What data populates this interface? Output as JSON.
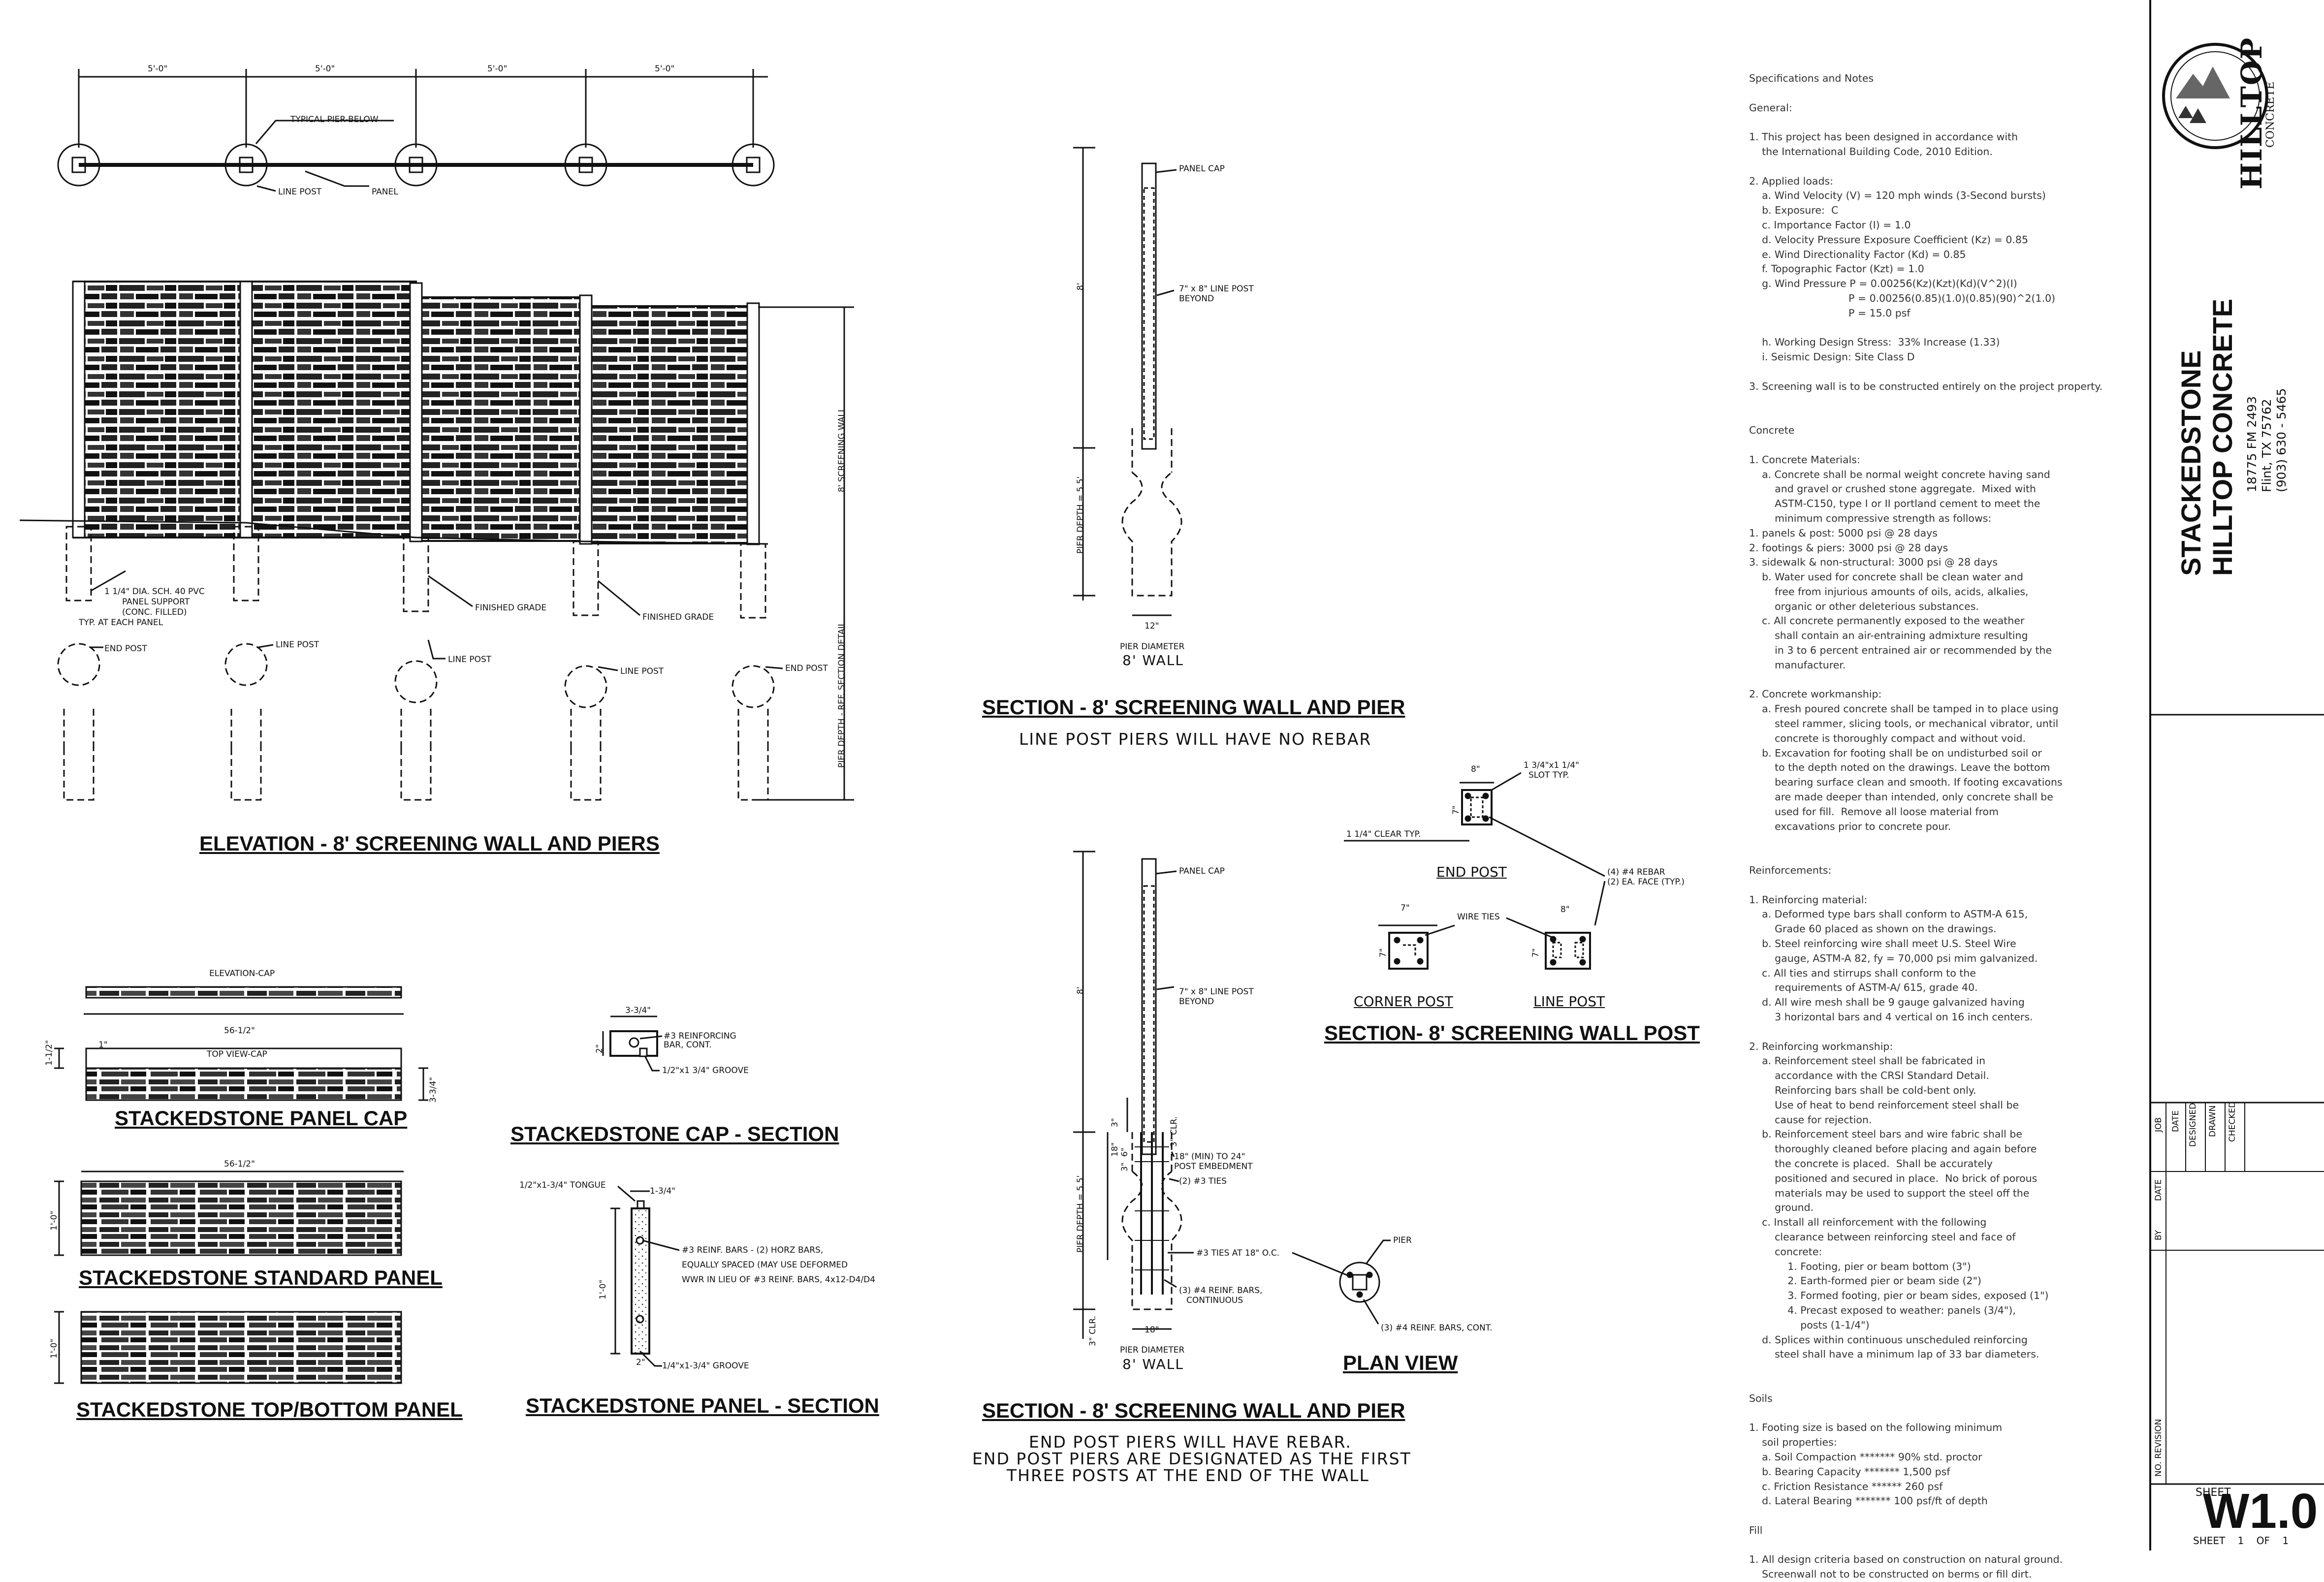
{
  "elevation": {
    "title": "ELEVATION - 8' SCREENING WALL AND PIERS",
    "dims": [
      "5'-0\"",
      "5'-0\"",
      "5'-0\"",
      "5'-0\""
    ],
    "labels": {
      "typical_pier": "TYPICAL PIER-BELOW",
      "line_post": "LINE POST",
      "panel": "PANEL",
      "wall_height": "8' SCREENING WALL",
      "pier_depth": "PIER DEPTH - REF. SECTION DETAIL",
      "pvc_1": "1 1/4\" DIA. SCH. 40 PVC",
      "pvc_2": "PANEL SUPPORT",
      "pvc_3": "(CONC. FILLED)",
      "pvc_4": "TYP. AT EACH PANEL",
      "finished_grade": "FINISHED GRADE",
      "end_post": "END POST"
    }
  },
  "section_top": {
    "title": "SECTION - 8'  SCREENING WALL AND PIER",
    "subtitle": "LINE POST PIERS WILL HAVE NO REBAR",
    "panel_cap": "PANEL CAP",
    "line_post_beyond_1": "7\" x 8\" LINE POST",
    "line_post_beyond_2": "BEYOND",
    "height": "8'",
    "pier_depth": "PIER DEPTH = 5.5'",
    "dia": "12\"",
    "pier_diameter": "PIER DIAMETER",
    "wall": "8' WALL"
  },
  "section_bottom": {
    "title": "SECTION - 8'  SCREENING WALL AND PIER",
    "subtitle_lines": [
      "END POST PIERS WILL HAVE REBAR.",
      "END POST PIERS ARE DESIGNATED AS THE FIRST",
      "THREE POSTS AT THE END OF THE WALL"
    ],
    "panel_cap": "PANEL CAP",
    "line_post_beyond_1": "7\" x 8\" LINE POST",
    "line_post_beyond_2": "BEYOND",
    "height": "8'",
    "pier_depth": "PIER DEPTH = 5.5'",
    "clr3": "3\" CLR.",
    "embed_1": "18\" (MIN) TO 24\"",
    "embed_2": "POST EMBEDMENT",
    "ties": "(2) #3 TIES",
    "ties18": "#3 TIES AT 18\" O.C.",
    "bars_1": "(3) #4 REINF. BARS,",
    "bars_2": "CONTINUOUS",
    "dia": "18\"",
    "pier_diameter": "PIER DIAMETER",
    "wall": "8' WALL",
    "d3": "3\"",
    "d18": "18\"",
    "d6": "6\"",
    "d3b": "3\"",
    "clr_side": "3\" CLR."
  },
  "plan_view": {
    "title": "PLAN VIEW",
    "pier": "PIER",
    "bars": "(3) #4 REINF. BARS, CONT."
  },
  "post_section": {
    "title": "SECTION- 8' SCREENING WALL POST",
    "end_post": "END POST",
    "corner_post": "CORNER POST",
    "line_post": "LINE POST",
    "slot_1": "1 3/4\"x1 1/4\"",
    "slot_2": "SLOT TYP.",
    "clear": "1 1/4\" CLEAR TYP.",
    "rebar_1": "(4) #4 REBAR",
    "rebar_2": "(2) EA. FACE (TYP.)",
    "wire_ties": "WIRE TIES",
    "d8": "8\"",
    "d7": "7\"",
    "d7b": "7\"",
    "d7c": "7\"",
    "d8b": "8\"",
    "d7d": "7\""
  },
  "panel_cap": {
    "title": "STACKEDSTONE PANEL CAP",
    "elev": "ELEVATION-CAP",
    "top": "TOP VIEW-CAP",
    "width": "56-1/2\"",
    "d1": "1\"",
    "h1": "1-1/2\"",
    "h2": "3-3/4\""
  },
  "standard_panel": {
    "title": "STACKEDSTONE STANDARD PANEL",
    "width": "56-1/2\"",
    "height": "1'-0\""
  },
  "tb_panel": {
    "title": "STACKEDSTONE TOP/BOTTOM PANEL",
    "height": "1'-0\""
  },
  "cap_section": {
    "title": "STACKEDSTONE CAP - SECTION",
    "w": "3-3/4\"",
    "h": "2\"",
    "bar_1": "#3 REINFORCING",
    "bar_2": "BAR, CONT.",
    "groove": "1/2\"x1 3/4\" GROOVE"
  },
  "panel_section": {
    "title": "STACKEDSTONE PANEL - SECTION",
    "tongue": "1/2\"x1-3/4\" TONGUE",
    "w": "1-3/4\"",
    "h": "1'-0\"",
    "bars_1": "#3 REINF. BARS - (2) HORZ BARS,",
    "bars_2": "EQUALLY SPACED (MAY USE DEFORMED",
    "bars_3": "WWR IN LIEU OF #3 REINF. BARS, 4x12-D4/D4",
    "w2": "2\"",
    "groove": "1/4\"x1-3/4\" GROOVE"
  },
  "notes": {
    "lines": [
      "Specifications and Notes",
      "",
      "General:",
      "",
      "1. This project has been designed in accordance with",
      "    the International Building Code, 2010 Edition.",
      "",
      "2. Applied loads:",
      "    a. Wind Velocity (V) = 120 mph winds (3-Second bursts)",
      "    b. Exposure:  C",
      "    c. Importance Factor (I) = 1.0",
      "    d. Velocity Pressure Exposure Coefficient (Kz) = 0.85",
      "    e. Wind Directionality Factor (Kd) = 0.85",
      "    f. Topographic Factor (Kzt) = 1.0",
      "    g. Wind Pressure P = 0.00256(Kz)(Kzt)(Kd)(V^2)(I)",
      "                               P = 0.00256(0.85)(1.0)(0.85)(90)^2(1.0)",
      "                               P = 15.0 psf",
      "",
      "    h. Working Design Stress:  33% Increase (1.33)",
      "    i. Seismic Design: Site Class D",
      "",
      "3. Screening wall is to be constructed entirely on the project property.",
      "",
      "",
      "Concrete",
      "",
      "1. Concrete Materials:",
      "    a. Concrete shall be normal weight concrete having sand",
      "        and gravel or crushed stone aggregate.  Mixed with",
      "        ASTM-C150, type I or II portland cement to meet the",
      "        minimum compressive strength as follows:",
      "1. panels & post: 5000 psi @ 28 days",
      "2. footings & piers: 3000 psi @ 28 days",
      "3. sidewalk & non-structural: 3000 psi @ 28 days",
      "    b. Water used for concrete shall be clean water and",
      "        free from injurious amounts of oils, acids, alkalies,",
      "        organic or other deleterious substances.",
      "    c. All concrete permanently exposed to the weather",
      "        shall contain an air-entraining admixture resulting",
      "        in 3 to 6 percent entrained air or recommended by the",
      "        manufacturer.",
      "",
      "2. Concrete workmanship:",
      "    a. Fresh poured concrete shall be tamped in to place using",
      "        steel rammer, slicing tools, or mechanical vibrator, until",
      "        concrete is thoroughly compact and without void.",
      "    b. Excavation for footing shall be on undisturbed soil or",
      "        to the depth noted on the drawings. Leave the bottom",
      "        bearing surface clean and smooth. If footing excavations",
      "        are made deeper than intended, only concrete shall be",
      "        used for fill.  Remove all loose material from",
      "        excavations prior to concrete pour.",
      "",
      "",
      "Reinforcements:",
      "",
      "1. Reinforcing material:",
      "    a. Deformed type bars shall conform to ASTM-A 615,",
      "        Grade 60 placed as shown on the drawings.",
      "    b. Steel reinforcing wire shall meet U.S. Steel Wire",
      "        gauge, ASTM-A 82, fy = 70,000 psi mim galvanized.",
      "    c. All ties and stirrups shall conform to the",
      "        requirements of ASTM-A/ 615, grade 40.",
      "    d. All wire mesh shall be 9 gauge galvanized having",
      "        3 horizontal bars and 4 vertical on 16 inch centers.",
      "",
      "2. Reinforcing workmanship:",
      "    a. Reinforcement steel shall be fabricated in",
      "        accordance with the CRSI Standard Detail.",
      "        Reinforcing bars shall be cold-bent only.",
      "        Use of heat to bend reinforcement steel shall be",
      "        cause for rejection.",
      "    b. Reinforcement steel bars and wire fabric shall be",
      "        thoroughly cleaned before placing and again before",
      "        the concrete is placed.  Shall be accurately",
      "        positioned and secured in place.  No brick of porous",
      "        materials may be used to support the steel off the",
      "        ground.",
      "    c. Install all reinforcement with the following",
      "        clearance between reinforcing steel and face of",
      "        concrete:",
      "            1. Footing, pier or beam bottom (3\")",
      "            2. Earth-formed pier or beam side (2\")",
      "            3. Formed footing, pier or beam sides, exposed (1\")",
      "            4. Precast exposed to weather: panels (3/4\"),",
      "                posts (1-1/4\")",
      "    d. Splices within continuous unscheduled reinforcing",
      "        steel shall have a minimum lap of 33 bar diameters.",
      "",
      "",
      "Soils",
      "",
      "1. Footing size is based on the following minimum",
      "    soil properties:",
      "    a. Soil Compaction ******* 90% std. proctor",
      "    b. Bearing Capacity ******* 1,500 psf",
      "    c. Friction Resistance ****** 260 psf",
      "    d. Lateral Bearing ******* 100 psf/ft of depth",
      "",
      "Fill",
      "",
      "1. All design criteria based on construction on natural ground.",
      "    Screenwall not to be constructed on berms or fill dirt."
    ]
  },
  "title_block": {
    "logo_word": "HILLTOP",
    "logo_sub": "CONCRETE",
    "project_1": "STACKEDSTONE",
    "project_2": "HILLTOP CONCRETE",
    "addr_1": "18775 FM 2493",
    "addr_2": "Flint, TX 75762",
    "addr_3": "(903) 630 - 5465",
    "col_headers": [
      "JOB",
      "DATE",
      "DESIGNED",
      "DRAWN",
      "CHECKED"
    ],
    "rev_headers": [
      "BY",
      "DATE",
      "NO.  REVISION"
    ],
    "sheet_label": "SHEET",
    "sheet_no": "W1.0",
    "sheet_of": "SHEET    1    OF    1"
  }
}
